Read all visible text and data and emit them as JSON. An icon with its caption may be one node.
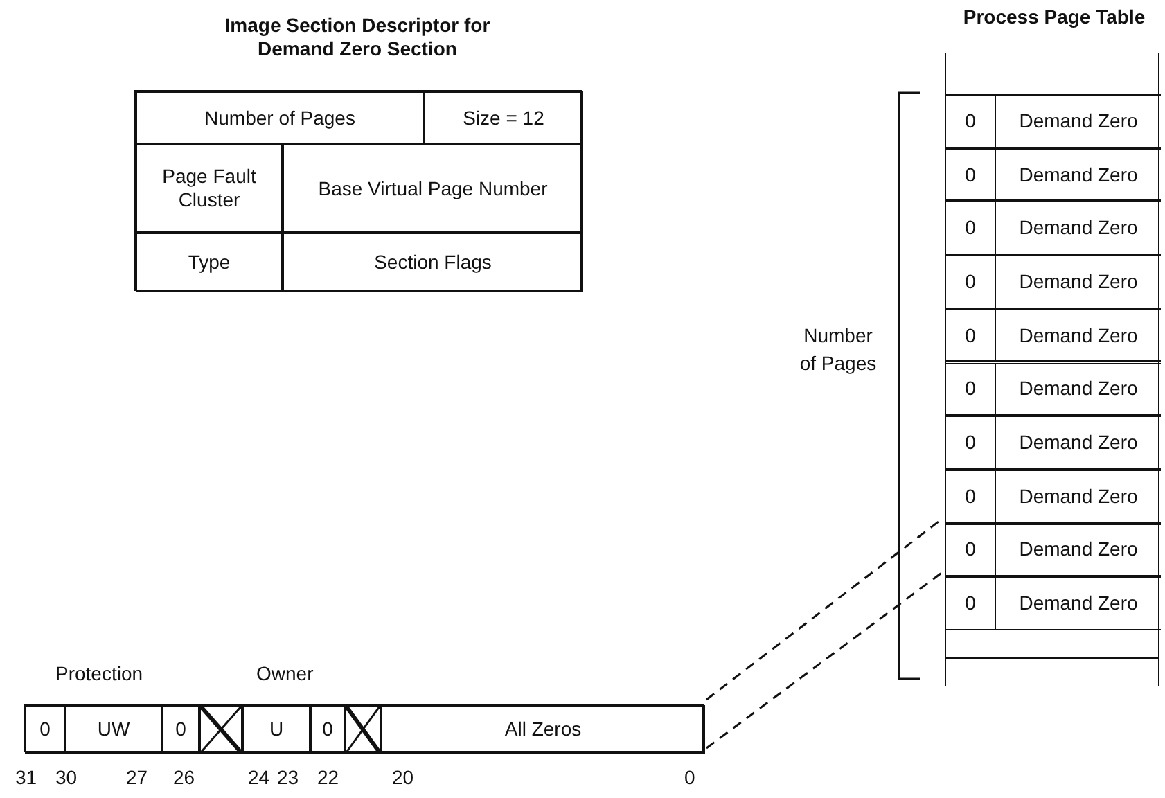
{
  "diagram": {
    "nodes": [
      {
        "text": [
          "Image Section Descriptor for Demand Zero Section"
        ]
      },
      {
        "text": [
          "Number of Pages"
        ],
        "in": 0
      },
      {
        "text": [
          "Size = 12"
        ],
        "in": 0
      },
      {
        "text": [
          "Page Fault Cluster"
        ],
        "in": 0
      },
      {
        "text": [
          "Base Virtual Page Number"
        ],
        "in": 0
      },
      {
        "text": [
          "Type"
        ],
        "in": 0
      },
      {
        "text": [
          "Section Flags"
        ],
        "in": 0
      },
      {
        "text": [
          "Process Page Table"
        ]
      },
      {
        "text": [
          "0",
          "Demand Zero"
        ],
        "in": 7
      },
      {
        "text": [
          "0",
          "Demand Zero"
        ],
        "in": 7
      },
      {
        "text": [
          "0",
          "Demand Zero"
        ],
        "in": 7
      },
      {
        "text": [
          "0",
          "Demand Zero"
        ],
        "in": 7
      },
      {
        "text": [
          "0",
          "Demand Zero"
        ],
        "in": 7
      },
      {
        "text": [
          "0",
          "Demand Zero"
        ],
        "in": 7
      },
      {
        "text": [
          "0",
          "Demand Zero"
        ],
        "in": 7
      },
      {
        "text": [
          "0",
          "Demand Zero"
        ],
        "in": 7
      },
      {
        "text": [
          "0",
          "Demand Zero"
        ],
        "in": 7
      },
      {
        "text": [
          "0",
          "Demand Zero"
        ],
        "in": 7
      },
      {
        "text": [],
        "shape": "bar"
      },
      {
        "text": [
          "0"
        ],
        "in": 18
      },
      {
        "text": [
          "UW"
        ],
        "in": 18
      },
      {
        "text": [
          "0"
        ],
        "in": 18
      },
      {
        "text": [],
        "shape": "box",
        "in": 18
      },
      {
        "text": [
          "U"
        ],
        "in": 18
      },
      {
        "text": [
          "0"
        ],
        "in": 18
      },
      {
        "text": [],
        "shape": "box",
        "in": 18
      },
      {
        "text": [
          "All Zeros"
        ],
        "in": 18
      }
    ],
    "edges": [
      {
        "from": 26,
        "to": 16,
        "arrow": "none",
        "style": "dashed"
      }
    ],
    "labels": [
      "Number of Pages",
      "Protection",
      "Owner",
      "31",
      "30",
      "27",
      "26",
      "24",
      "23",
      "22",
      "20",
      "0"
    ]
  }
}
